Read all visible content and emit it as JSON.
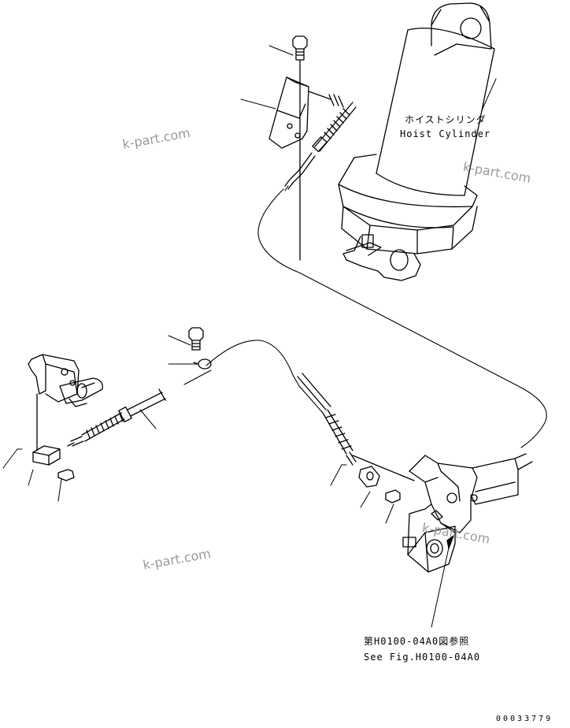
{
  "labels": {
    "hoist_cylinder_jp": "ホイストシリンダ",
    "hoist_cylinder_en": "Hoist Cylinder",
    "see_fig_jp": "第H0100-04A0図参照",
    "see_fig_en": "See Fig.H0100-04A0"
  },
  "watermarks": [
    "k-part.com",
    "k-part.com",
    "k-part.com",
    "k-part.com"
  ],
  "drawing_number": "00033779"
}
